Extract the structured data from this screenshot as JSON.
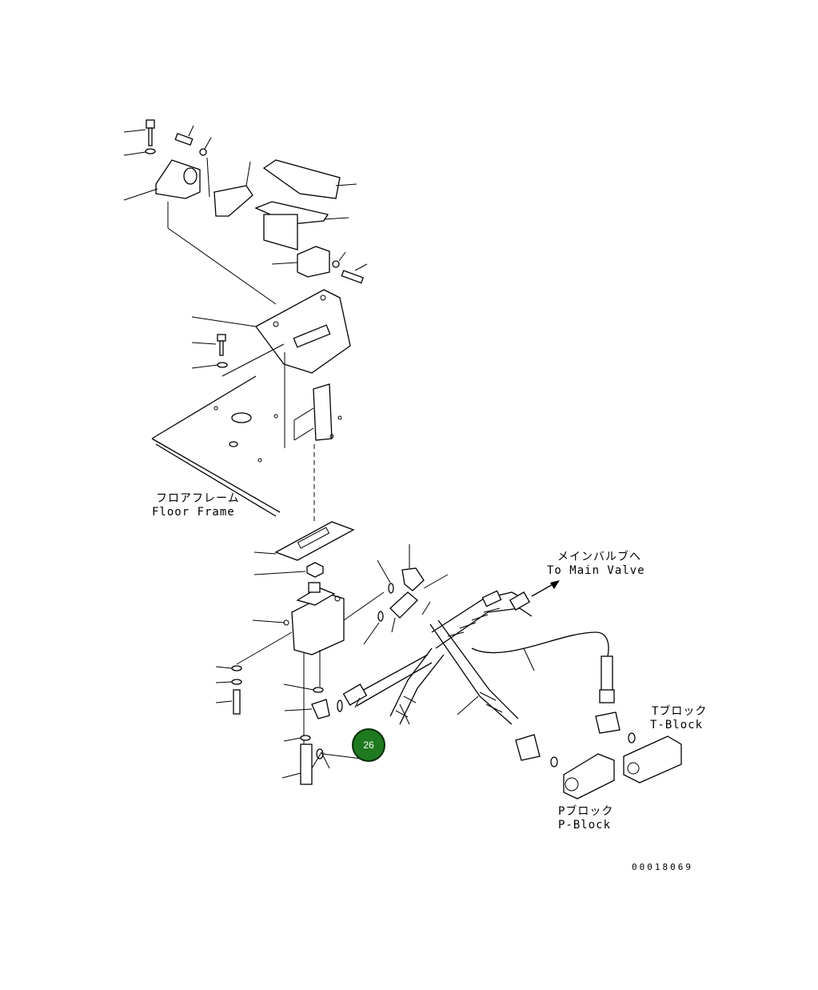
{
  "labels": {
    "floor_frame_jp": "フロアフレーム",
    "floor_frame_en": "Floor Frame",
    "main_valve_jp": "メインバルブへ",
    "main_valve_en": "To Main Valve",
    "t_block_jp": "Tブロック",
    "t_block_en": "T-Block",
    "p_block_jp": "Pブロック",
    "p_block_en": "P-Block",
    "drawing_number": "00018069"
  },
  "callouts": [
    {
      "number": "26",
      "color": "#1f7a1f"
    }
  ],
  "colors": {
    "line": "#000000",
    "background": "#ffffff",
    "callout_fill": "#1f7a1f"
  }
}
